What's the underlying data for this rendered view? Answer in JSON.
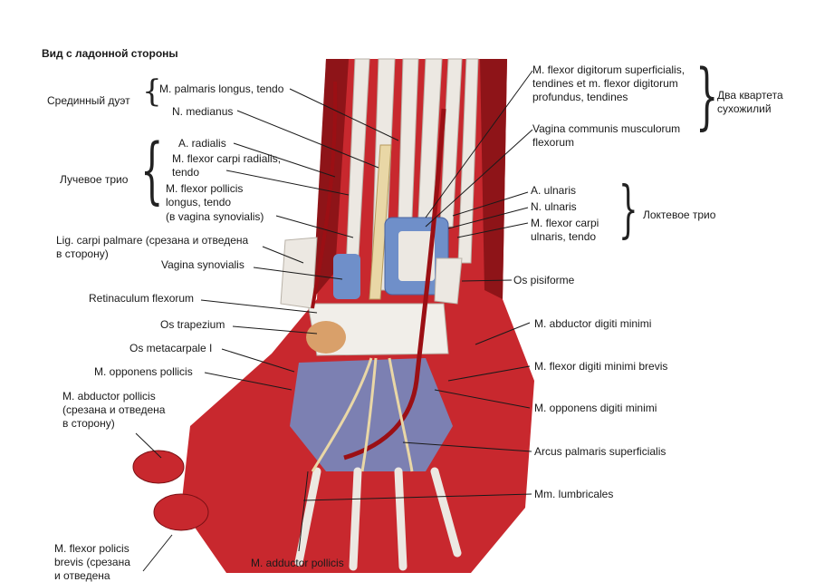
{
  "title": "Вид с ладонной стороны",
  "left_labels": {
    "median_duet": "Срединный дуэт",
    "palmaris": "M. palmaris longus, tendo",
    "medianus": "N. medianus",
    "radial_trio": "Лучевое трио",
    "a_radialis": "A. radialis",
    "fcr_line1": "M. flexor carpi radialis,",
    "fcr_line2": "tendo",
    "fpl_line1": "M. flexor pollicis",
    "fpl_line2": "longus, tendo",
    "fpl_line3": "(в vagina synovialis)",
    "lig_line1": "Lig. carpi palmare (срезана и отведена",
    "lig_line2": "в сторону)",
    "vagina_syn": "Vagina synovialis",
    "retinaculum": "Retinaculum flexorum",
    "trapezium": "Os trapezium",
    "metacarpale": "Os metacarpale I",
    "opponens": "M. opponens pollicis",
    "abd_line1": "M. abductor pollicis",
    "abd_line2": "(срезана и отведена",
    "abd_line3": "в сторону)",
    "fpb_line1": "M. flexor policis",
    "fpb_line2": "brevis (срезана",
    "fpb_line3": "и отведена"
  },
  "bottom_labels": {
    "adductor": "M. adductor pollicis"
  },
  "right_labels": {
    "fds_line1": "M. flexor digitorum superficialis,",
    "fds_line2": "tendines et m. flexor digitorum",
    "fds_line3": "profundus, tendines",
    "two_quartets_line1": "Два квартета",
    "two_quartets_line2": "сухожилий",
    "vagina_comm_line1": "Vagina communis musculorum",
    "vagina_comm_line2": "flexorum",
    "a_ulnaris": "A. ulnaris",
    "n_ulnaris": "N. ulnaris",
    "fcu_line1": "M. flexor carpi",
    "fcu_line2": "ulnaris, tendo",
    "ulnar_trio": "Локтевое трио",
    "pisiforme": "Os pisiforme",
    "abd_dm": "M. abductor digiti minimi",
    "flex_dm": "M. flexor digiti minimi brevis",
    "opp_dm": "M. opponens digiti minimi",
    "arcus": "Arcus palmaris superficialis",
    "lumbricales": "Mm. lumbricales"
  },
  "colors": {
    "muscle": "#c8282e",
    "muscle_dark": "#8e1418",
    "tendon": "#e6e2dc",
    "sheath": "#6f8fc9",
    "nerve": "#e9d7a6",
    "bone": "#d9a06a"
  }
}
